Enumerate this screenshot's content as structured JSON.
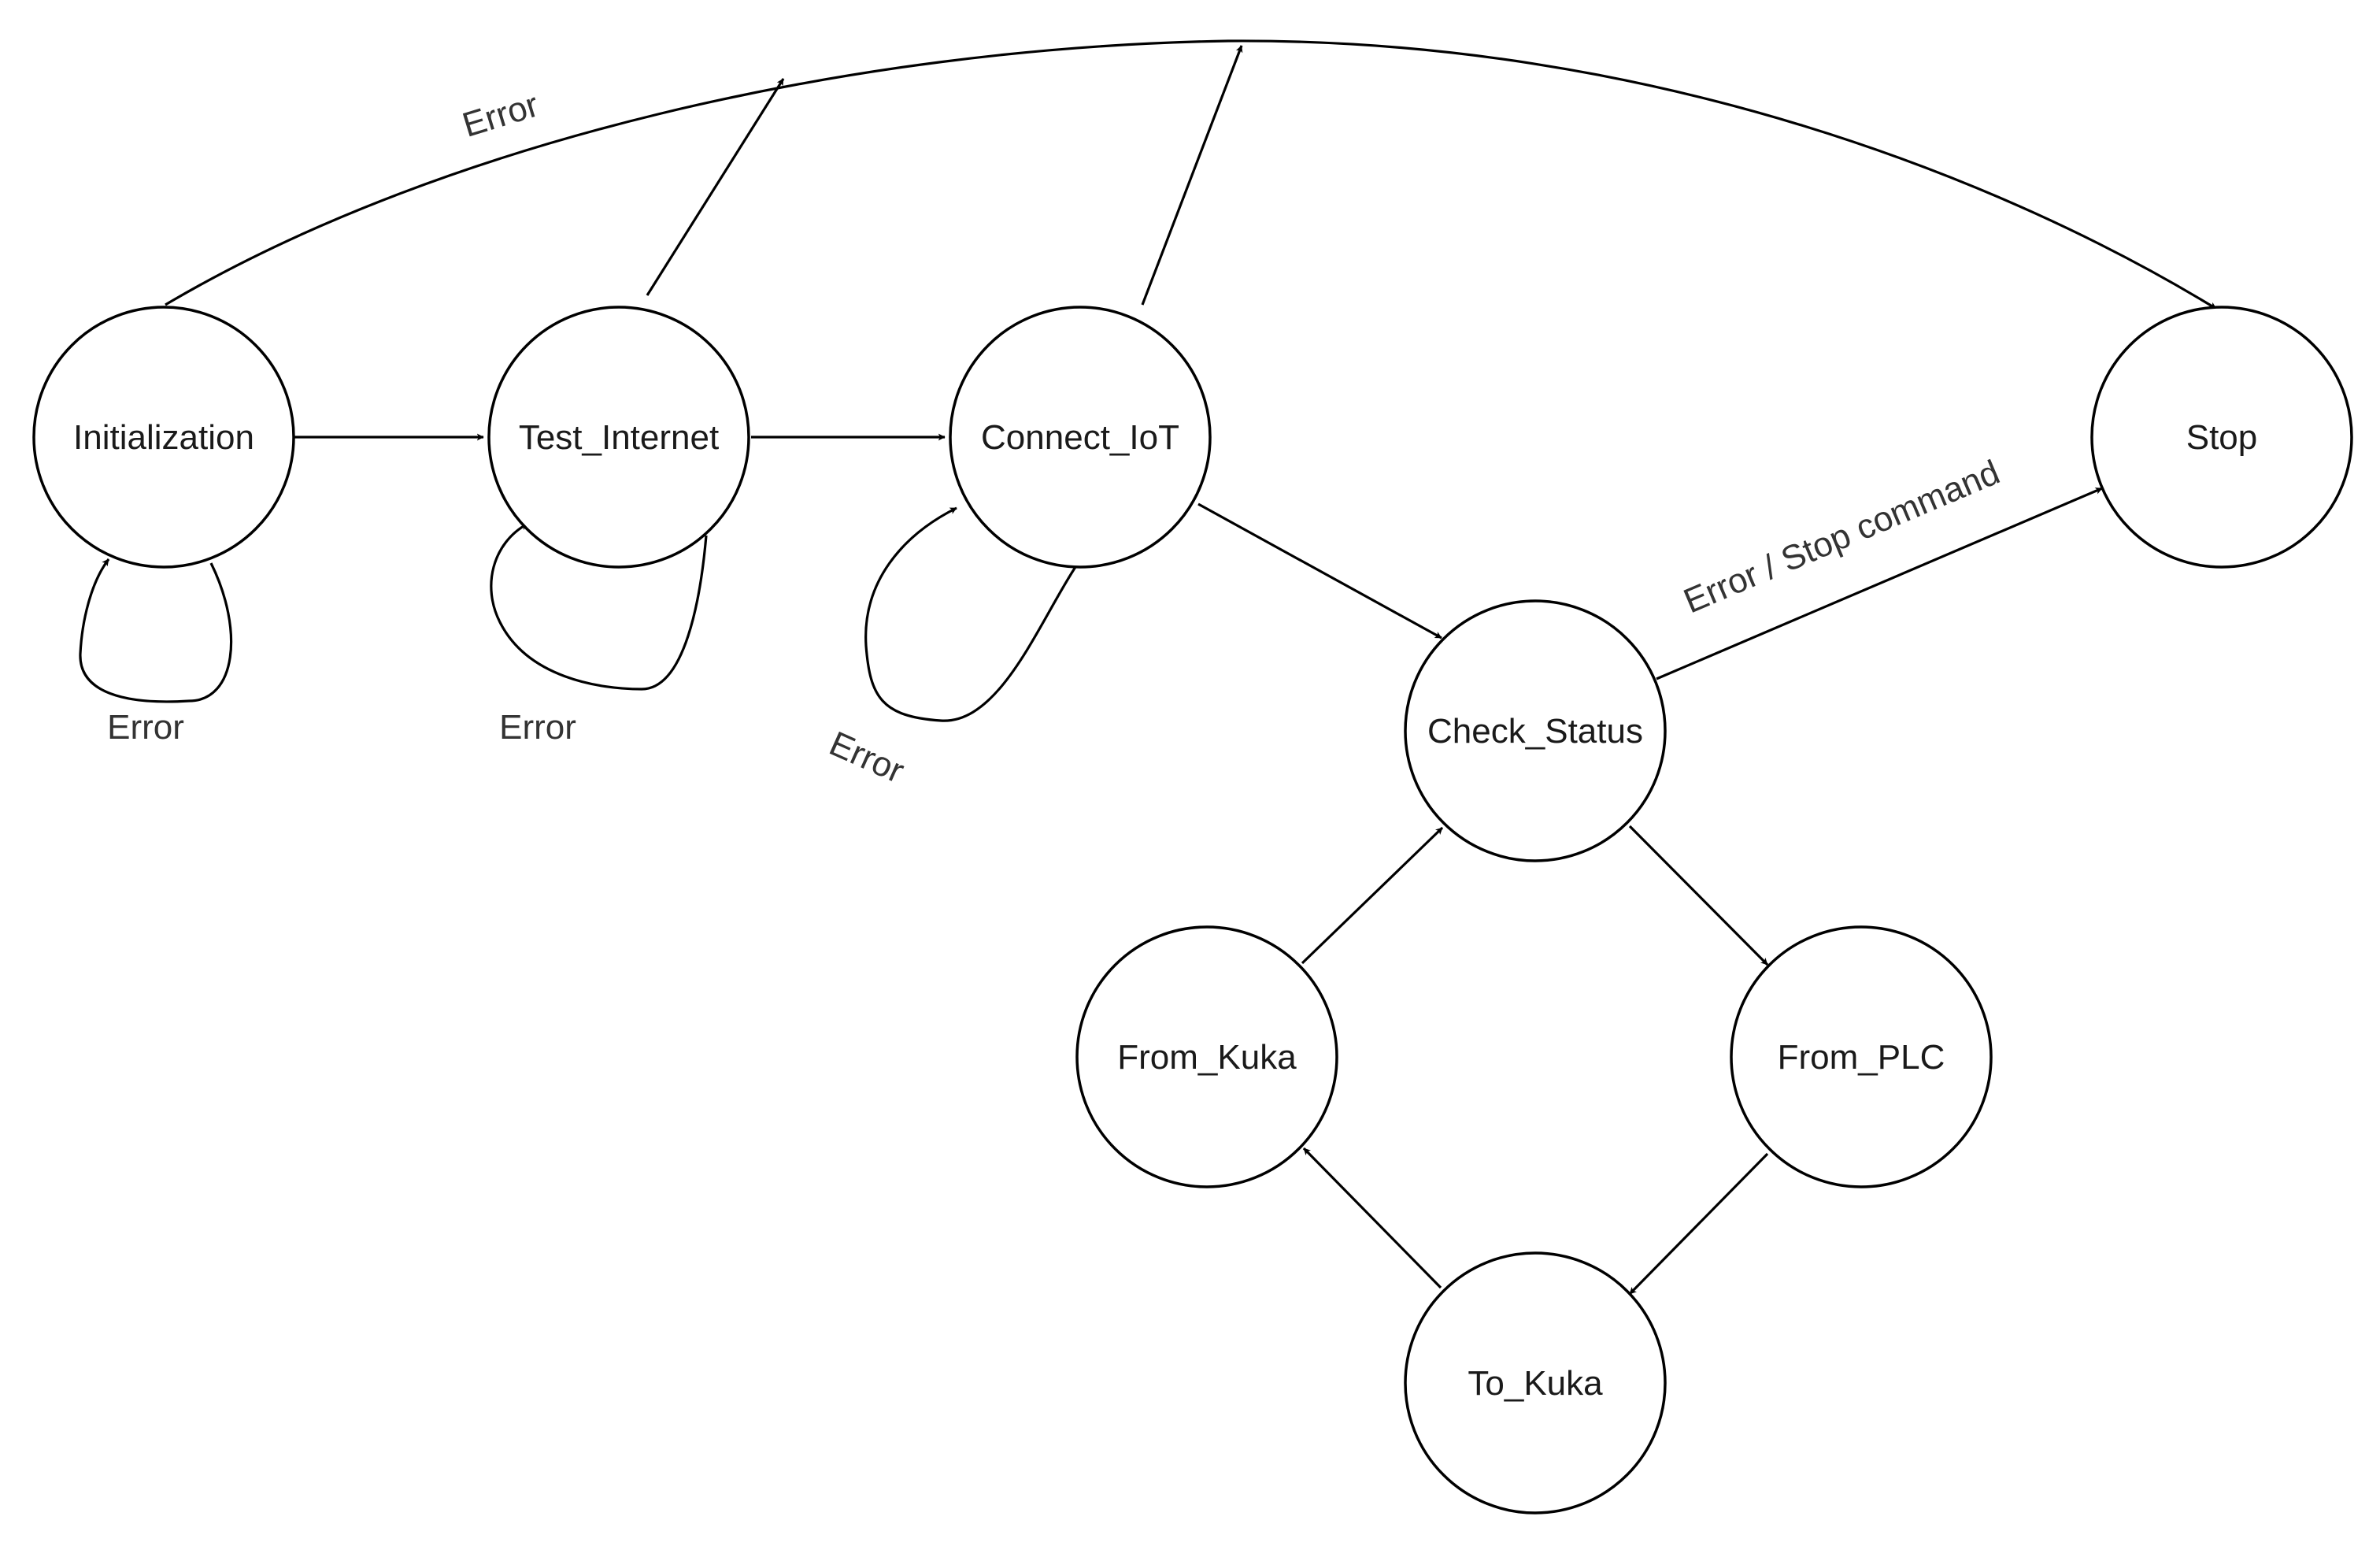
{
  "states": {
    "initialization": "Initialization",
    "test_internet": "Test_Internet",
    "connect_iot": "Connect_IoT",
    "stop": "Stop",
    "check_status": "Check_Status",
    "from_kuka": "From_Kuka",
    "from_plc": "From_PLC",
    "to_kuka": "To_Kuka"
  },
  "transition_labels": {
    "top_error": "Error",
    "init_self_loop": "Error",
    "test_internet_self_loop": "Error",
    "connect_iot_self_loop": "Error",
    "check_status_to_stop": "Error / Stop command"
  },
  "colors": {
    "stroke": "#000000",
    "background": "#ffffff"
  }
}
